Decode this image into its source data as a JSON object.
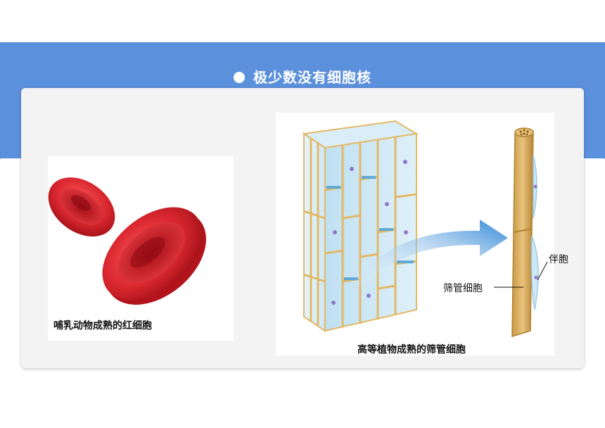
{
  "header": {
    "title": "极少数没有细胞核"
  },
  "figures": {
    "rbc_caption": "哺乳动物成熟的红细胞",
    "sieve_caption": "高等植物成熟的筛管细胞",
    "label_companion": "伴胞",
    "label_sieve_tube": "筛管细胞"
  },
  "colors": {
    "banner": "#5b90dc",
    "card": "#f3f3f3",
    "rbc": "#d8262e",
    "cell_wall": "#e3b865",
    "cell_fill": "#cfe8f5",
    "arrow": "#3a8fd8"
  }
}
